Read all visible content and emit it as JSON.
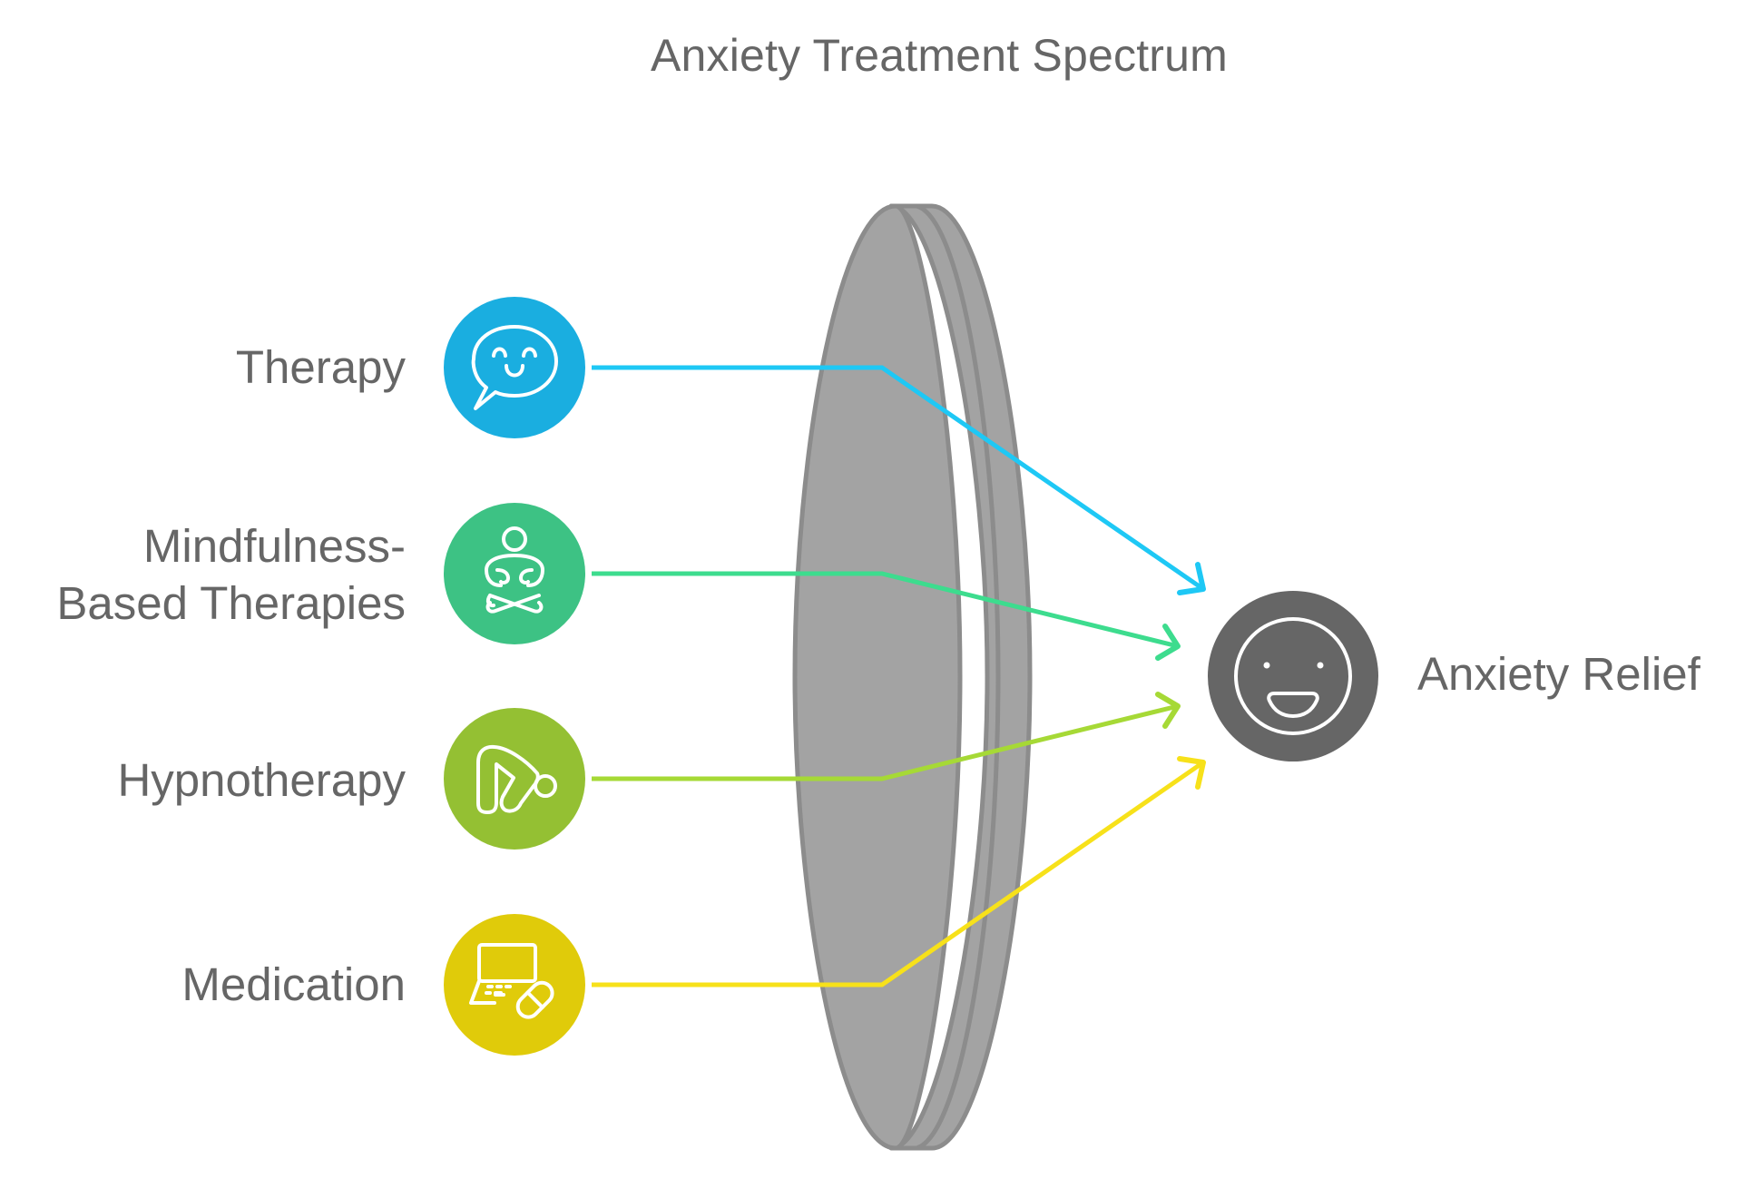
{
  "title": "Anxiety Treatment Spectrum",
  "sources": [
    {
      "label": "Therapy",
      "icon": "speech-bubble-smile-icon",
      "color": "#1aaee0",
      "line_color": "#1ec8f5"
    },
    {
      "label": "Mindfulness-Based Therapies",
      "label_lines": [
        "Mindfulness-",
        "Based Therapies"
      ],
      "icon": "meditation-icon",
      "color": "#3dc284",
      "line_color": "#3ddc8e"
    },
    {
      "label": "Hypnotherapy",
      "icon": "bending-figure-icon",
      "color": "#94c033",
      "line_color": "#a6d936"
    },
    {
      "label": "Medication",
      "icon": "laptop-pill-icon",
      "color": "#e0cb0a",
      "line_color": "#f7e11a"
    }
  ],
  "filter": {
    "name": "lens",
    "fill": "#a3a3a3",
    "stroke": "#8c8c8c"
  },
  "target": {
    "label": "Anxiety Relief",
    "icon": "happy-face-icon",
    "color": "#666666"
  }
}
